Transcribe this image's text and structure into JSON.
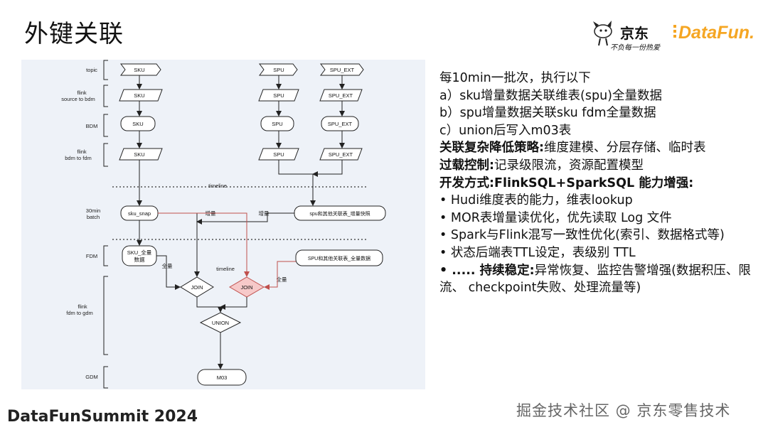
{
  "title": "外键关联",
  "logos": {
    "jd_name": "京东",
    "jd_slogan": "不负每一份热爱",
    "datafun": "DataFun."
  },
  "diagram": {
    "stages": {
      "topic": "topic",
      "flink_src_1": "flink",
      "flink_src_2": "source to bdm",
      "bdm": "BDM",
      "flink_bdm_1": "flink",
      "flink_bdm_2": "bdm to fdm",
      "batch_1": "30min",
      "batch_2": "batch",
      "fdm": "FDM",
      "flink_gdm_1": "flink",
      "flink_gdm_2": "fdm to gdm",
      "gdm": "GDM"
    },
    "nodes": {
      "sku": "SKU",
      "spu": "SPU",
      "spu_ext": "SPU_EXT",
      "sku_snap": "sku_snap",
      "spu_incr": "spu和其他关联表_增量快照",
      "sku_full_1": "SKU_全量",
      "sku_full_2": "数据",
      "spu_full": "SPU和其他关联表_全量数据",
      "join": "JOIN",
      "union": "UNION",
      "m03": "M03"
    },
    "labels": {
      "timeline": "timeline",
      "incr": "增量",
      "full": "全量"
    }
  },
  "content": {
    "l1": "每10min一批次，执行以下",
    "l2": "a）sku增量数据关联维表(spu)全量数据",
    "l3": "b）spu增量数据关联sku fdm全量数据",
    "l4": "c）union后写入m03表",
    "l5_bold": "关联复杂降低策略:",
    "l5_rest": "维度建模、分层存储、临时表",
    "l6_bold": "过载控制:",
    "l6_rest": "记录级限流，资源配置模型",
    "l7": "开发方式:FlinkSQL+SparkSQL 能力增强:",
    "b1": "• Hudi维度表的能力，维表lookup",
    "b2": "• MOR表增量读优化，优先读取 Log 文件",
    "b3": "• Spark与Flink混写一致性优化(索引、数据格式等)",
    "b4": "• 状态后端表TTL设定，表级别 TTL",
    "b5_bold": "• ..... 持续稳定:",
    "b5_rest": "异常恢复、监控告警增强(数据积压、限流、 checkpoint失败、处理流量等)"
  },
  "footer": {
    "left": "DataFunSummit 2024",
    "right": "掘金技术社区 @ 京东零售技术"
  },
  "colors": {
    "diagram_bg": "#eef2f8",
    "join_red_fill": "#f6c9c9",
    "join_red_stroke": "#c0504d",
    "logo_orange": "#f5a623",
    "footer_gray": "#666666"
  }
}
